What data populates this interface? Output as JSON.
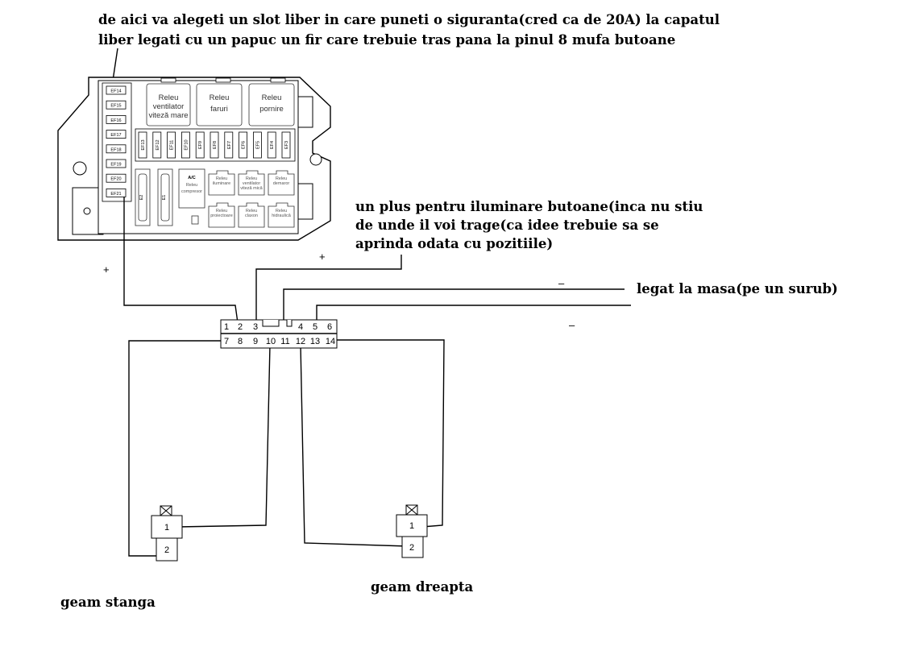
{
  "annotations": {
    "fuse_note_line1": "de aici va alegeti un slot liber in care puneti o siguranta(cred ca de 20A) la capatul",
    "fuse_note_line2": "liber legati cu un papuc un fir care trebuie tras pana la pinul 8 mufa butoane",
    "illum_note_line1": "un plus pentru iluminare butoane(inca nu stiu",
    "illum_note_line2": "de unde il voi trage(ca idee trebuie sa se",
    "illum_note_line3": "aprinda odata cu pozitiile)",
    "ground_note": "legat la masa(pe un surub)",
    "left_window": "geam stanga",
    "right_window": "geam dreapta"
  },
  "symbols": {
    "plus": "+",
    "minus": "–"
  },
  "fuse_box": {
    "left_fuses": [
      "EF14",
      "EF15",
      "EF16",
      "EF17",
      "EF18",
      "EF19",
      "EF20",
      "EF21"
    ],
    "row_fuses": [
      "EF13",
      "EF12",
      "EF11",
      "EF10",
      "EF9",
      "EF8",
      "EF7",
      "EF6",
      "EF5",
      "EF4",
      "EF3"
    ],
    "relay_fan_line1": "Releu",
    "relay_fan_line2": "ventilator",
    "relay_fan_line3": "viteză mare",
    "relay_lights_line1": "Releu",
    "relay_lights_line2": "faruri",
    "relay_start_line1": "Releu",
    "relay_start_line2": "pornire",
    "fuse_e2": "E2",
    "fuse_e1": "E1",
    "ac_label": "A/C",
    "ac_sub1": "Releu",
    "ac_sub2": "compresor",
    "small_relays": [
      {
        "l1": "Releu",
        "l2": "iluminare"
      },
      {
        "l1": "Releu",
        "l2": "ventilator",
        "l3": "viteză mică"
      },
      {
        "l1": "Releu",
        "l2": "demaror"
      },
      {
        "l1": "Releu",
        "l2": "proiectoare"
      },
      {
        "l1": "Releu",
        "l2": "claxon"
      },
      {
        "l1": "Releu",
        "l2": "hidraulică"
      }
    ]
  },
  "connector": {
    "top_pins": [
      "1",
      "2",
      "3",
      "4",
      "5",
      "6"
    ],
    "bottom_pins": [
      "7",
      "8",
      "9",
      "10",
      "11",
      "12",
      "13",
      "14"
    ]
  },
  "switch_left": {
    "pin1": "1",
    "pin2": "2"
  },
  "switch_right": {
    "pin1": "1",
    "pin2": "2"
  }
}
